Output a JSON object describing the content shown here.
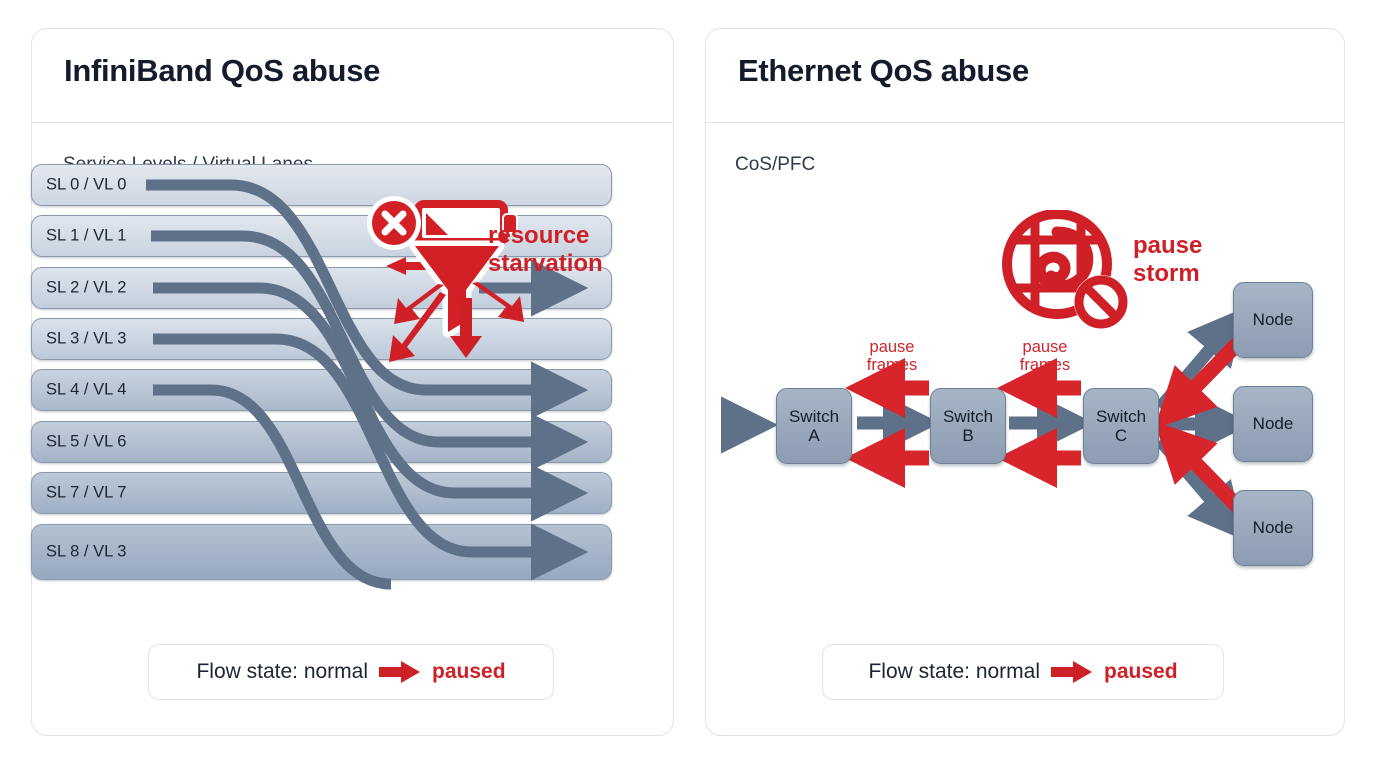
{
  "panels": [
    {
      "id": "infiniband",
      "title": "InfiniBand QoS abuse",
      "subtitle": "Service Levels / Virtual Lanes",
      "lanes": [
        {
          "label": "SL 0 / VL 0"
        },
        {
          "label": "SL 1 / VL 1"
        },
        {
          "label": "SL 2 / VL 2"
        },
        {
          "label": "SL 3 / VL 3"
        },
        {
          "label": "SL 4 / VL 4"
        },
        {
          "label": "SL 5 / VL 6"
        },
        {
          "label": "SL 7 / VL 7"
        },
        {
          "label": "SL 8 / VL 3"
        }
      ],
      "marker": {
        "icon": "battery-empty-blocked-funnel-icon",
        "line1": "resource",
        "line2": "starvation"
      },
      "legend": {
        "prefix": "Flow state: normal",
        "arrow": "arrow-right-icon",
        "state": "paused"
      }
    },
    {
      "id": "ethernet",
      "title": "Ethernet QoS abuse",
      "subtitle": "CoS/PFC",
      "marker": {
        "icon": "storm-blocked-icon",
        "line1": "pause",
        "line2": "storm"
      },
      "switches": [
        {
          "line1": "Switch",
          "line2": "A"
        },
        {
          "line1": "Switch",
          "line2": "B"
        },
        {
          "line1": "Switch",
          "line2": "C"
        }
      ],
      "nodes": [
        {
          "label": "Node"
        },
        {
          "label": "Node"
        },
        {
          "label": "Node"
        }
      ],
      "pause_labels": [
        {
          "line1": "pause",
          "line2": "frames"
        },
        {
          "line1": "pause",
          "line2": "frames"
        }
      ],
      "legend": {
        "prefix": "Flow state: normal",
        "arrow": "arrow-right-icon",
        "state": "paused"
      }
    }
  ],
  "colors": {
    "red": "#cf2027",
    "gray_flow": "#5f7089",
    "panel_border": "#dfe3ea",
    "lane_border": "#8b99ac",
    "title": "#141b2d"
  }
}
